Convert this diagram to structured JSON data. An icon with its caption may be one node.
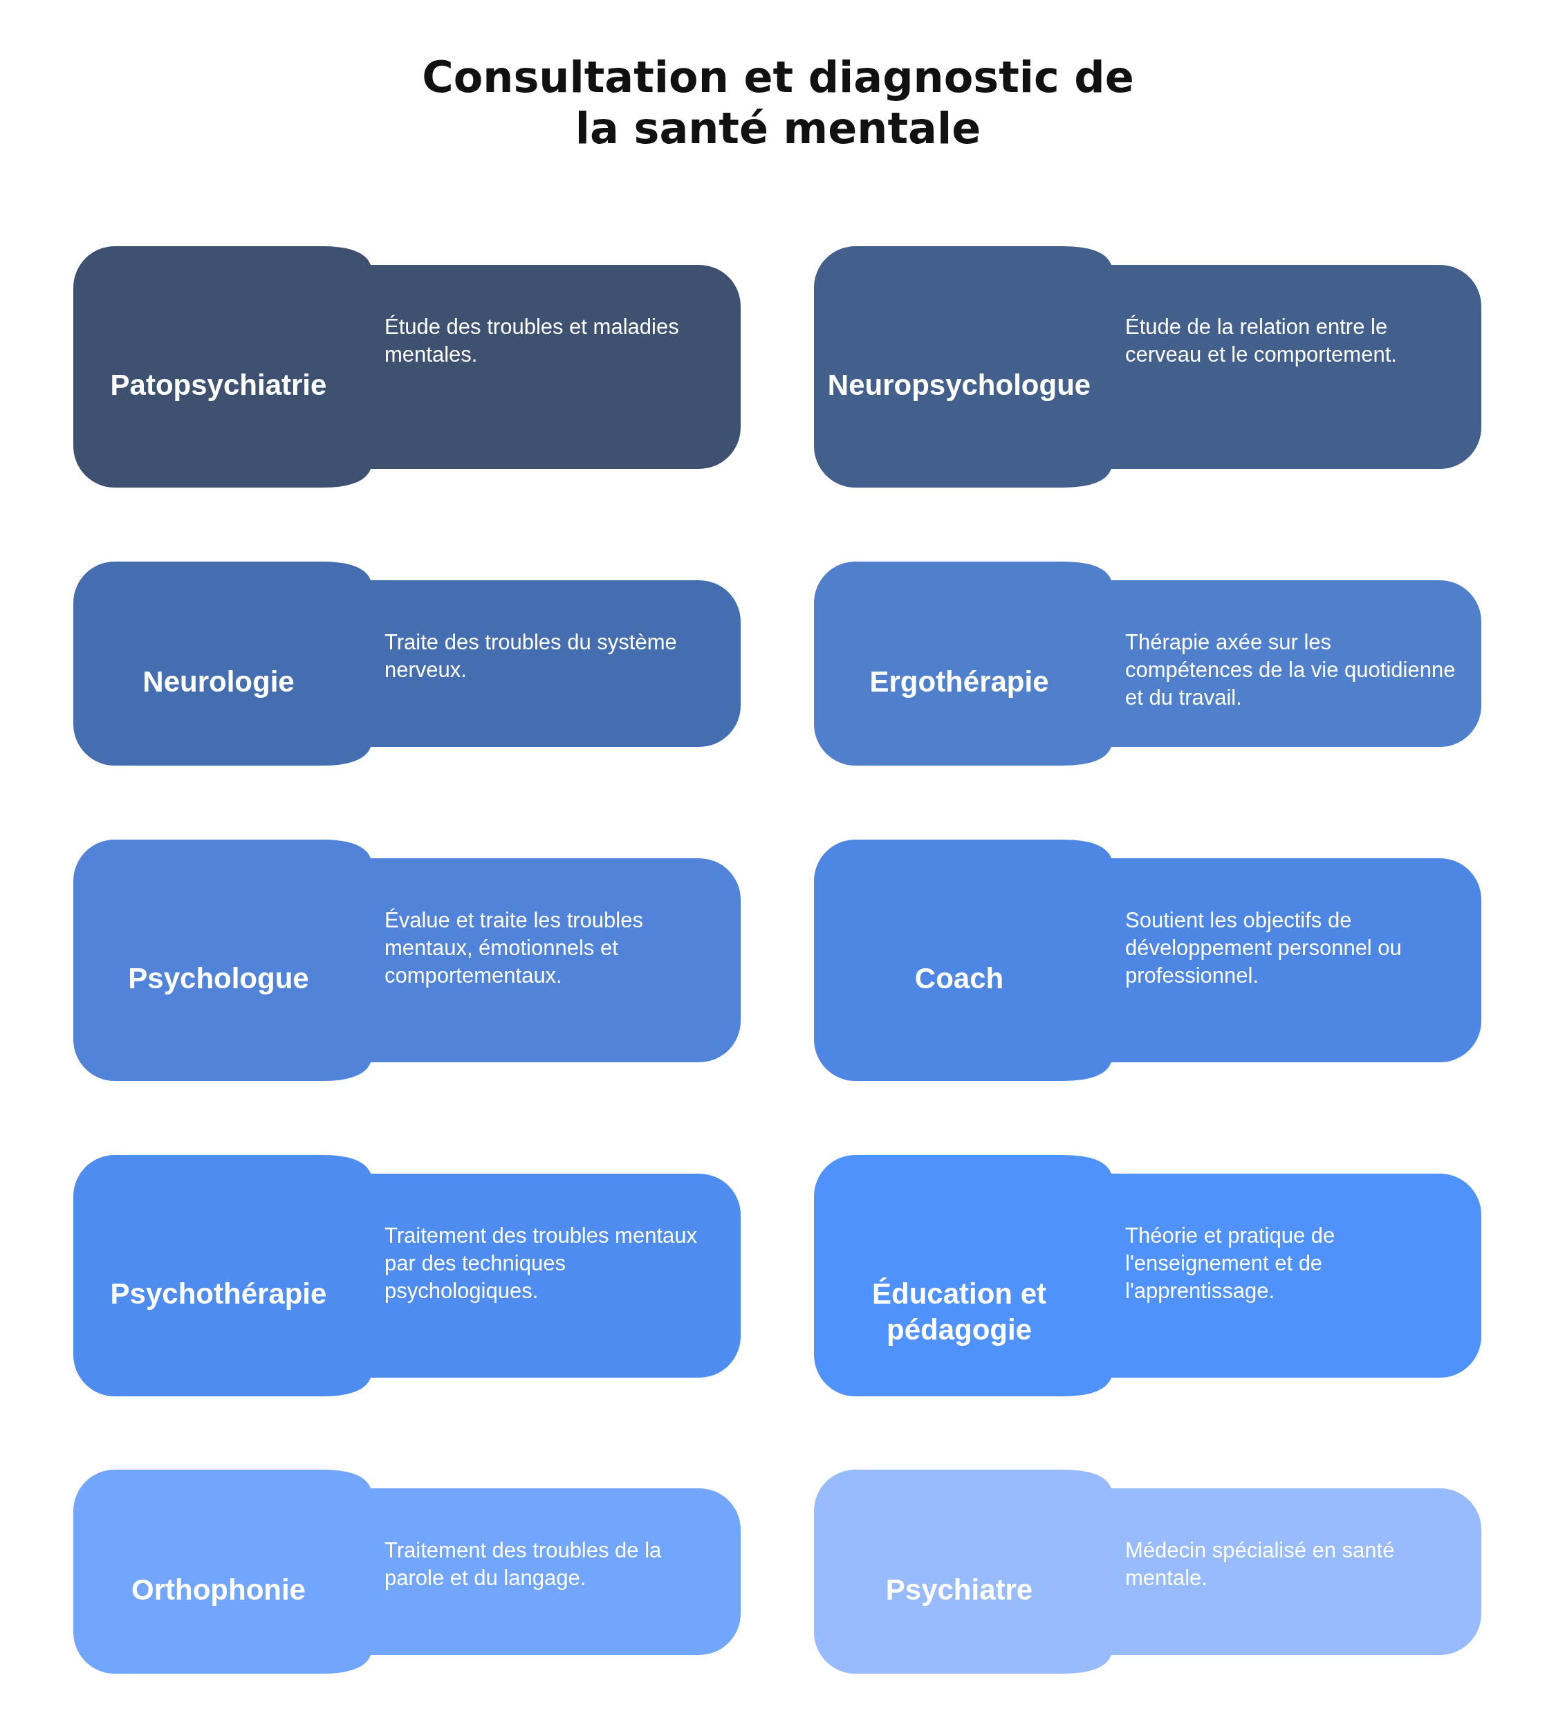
{
  "diagram": {
    "title": "Consultation et diagnostic de la santé mentale",
    "nodes": [
      {
        "text": [
          "Patopsychiatrie",
          "Étude des troubles et maladies mentales."
        ]
      },
      {
        "text": [
          "Neuropsychologue",
          "Étude de la relation entre le cerveau et le comportement."
        ]
      },
      {
        "text": [
          "Neurologie",
          "Traite des troubles du système nerveux."
        ]
      },
      {
        "text": [
          "Ergothérapie",
          "Thérapie axée sur les compétences de la vie quotidienne et du travail."
        ]
      },
      {
        "text": [
          "Psychologue",
          "Évalue et traite les troubles mentaux, émotionnels et comportementaux."
        ]
      },
      {
        "text": [
          "Coach",
          "Soutient les objectifs de développement personnel ou professionnel."
        ]
      },
      {
        "text": [
          "Psychothérapie",
          "Traitement des troubles mentaux par des techniques psychologiques."
        ]
      },
      {
        "text": [
          "Éducation et pédagogie",
          "Théorie et pratique de l'enseignement et de l'apprentissage."
        ]
      },
      {
        "text": [
          "Orthophonie",
          "Traitement des troubles de la parole et du langage."
        ]
      },
      {
        "text": [
          "Psychiatre",
          "Médecin spécialisé en santé mentale."
        ]
      }
    ]
  }
}
